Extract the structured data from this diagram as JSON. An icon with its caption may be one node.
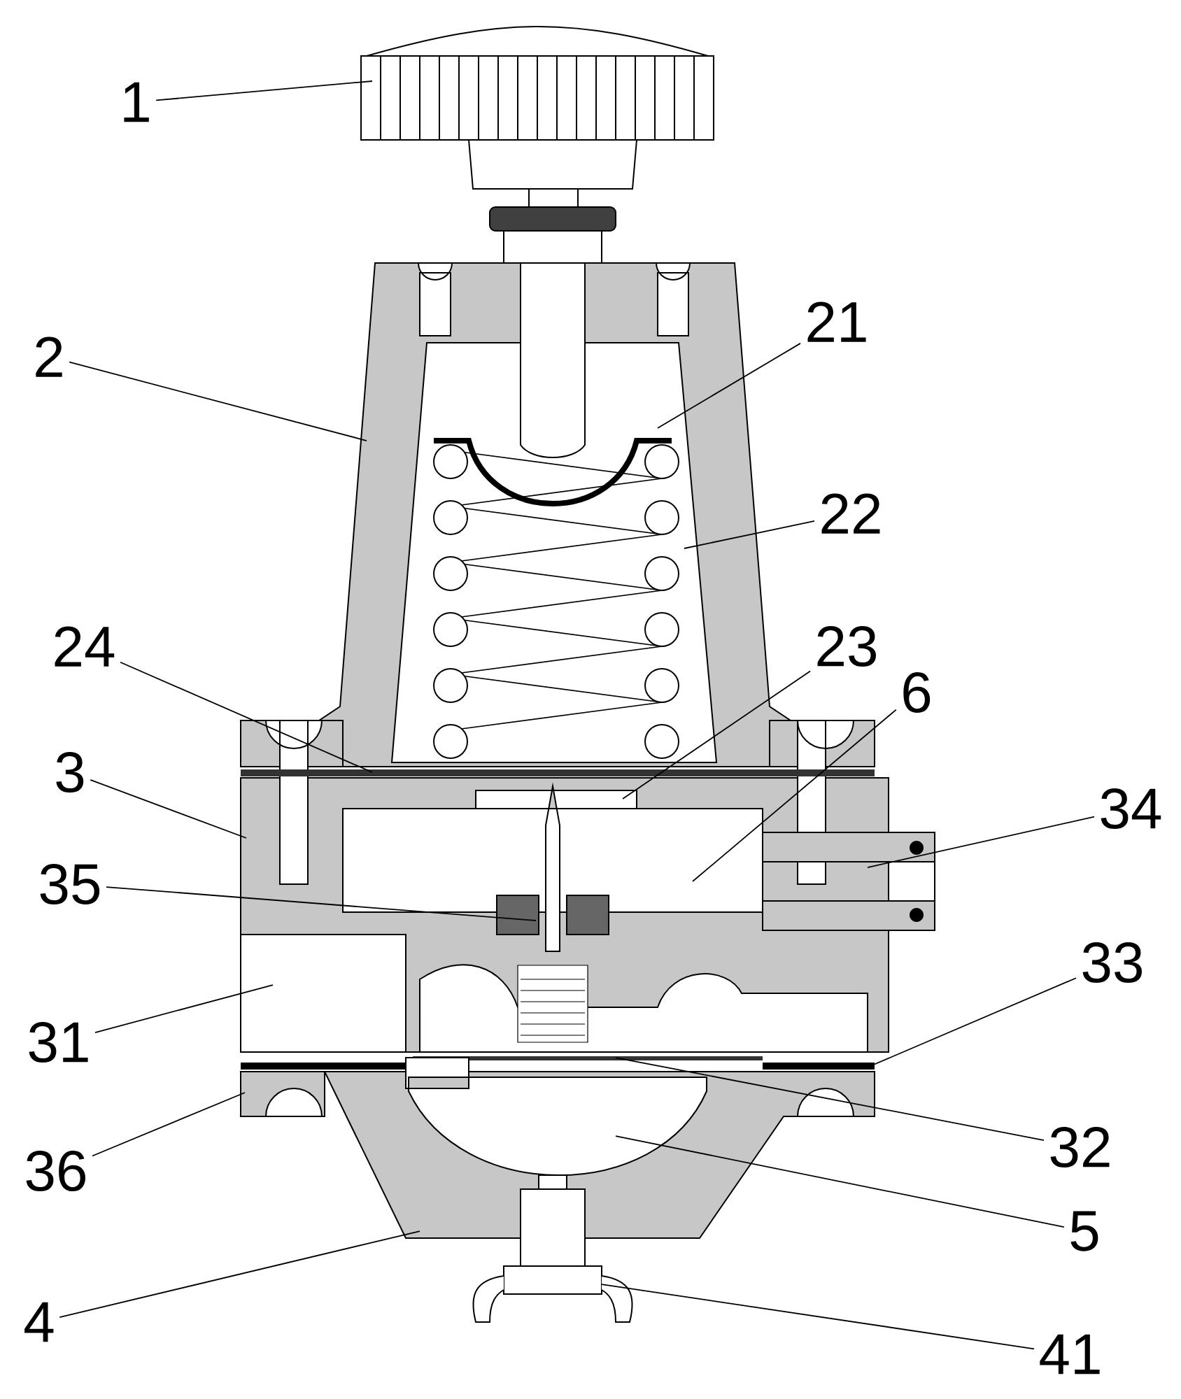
{
  "diagram": {
    "nodes": [
      {
        "text": [
          "1"
        ]
      },
      {
        "text": [
          "21"
        ]
      },
      {
        "text": [
          "2"
        ]
      },
      {
        "text": [
          "22"
        ]
      },
      {
        "text": [
          "24"
        ]
      },
      {
        "text": [
          "23"
        ]
      },
      {
        "text": [
          "6"
        ]
      },
      {
        "text": [
          "3"
        ]
      },
      {
        "text": [
          "34"
        ]
      },
      {
        "text": [
          "35"
        ]
      },
      {
        "text": [
          "33"
        ]
      },
      {
        "text": [
          "31"
        ]
      },
      {
        "text": [
          "36"
        ]
      },
      {
        "text": [
          "32"
        ]
      },
      {
        "text": [
          "5"
        ]
      },
      {
        "text": [
          "4"
        ]
      },
      {
        "text": [
          "41"
        ]
      },
      {
        "text": [],
        "shape": "picture"
      },
      {
        "text": [],
        "shape": "picture",
        "in": 19
      },
      {
        "text": [],
        "shape": "picture"
      },
      {
        "text": [],
        "shape": "picture",
        "in": 19
      },
      {
        "text": [],
        "shape": "bar"
      },
      {
        "text": [],
        "shape": "picture",
        "in": 24
      },
      {
        "text": [],
        "shape": "box",
        "in": 24
      },
      {
        "text": [],
        "shape": "picture"
      },
      {
        "text": [],
        "shape": "picture"
      },
      {
        "text": [],
        "shape": "picture",
        "in": 24
      },
      {
        "text": [],
        "shape": "picture"
      },
      {
        "text": [],
        "shape": "box",
        "in": 24
      },
      {
        "text": [],
        "shape": "picture"
      },
      {
        "text": [],
        "shape": "bar"
      },
      {
        "text": [],
        "shape": "picture"
      },
      {
        "text": [],
        "shape": "picture"
      }
    ],
    "edges": [
      {
        "from": 0,
        "to": 17,
        "arrow": "none"
      },
      {
        "from": 1,
        "to": 18,
        "arrow": "none"
      },
      {
        "from": 2,
        "to": 19,
        "arrow": "none"
      },
      {
        "from": 3,
        "to": 20,
        "arrow": "none"
      },
      {
        "from": 4,
        "to": 21,
        "arrow": "none"
      },
      {
        "from": 5,
        "to": 22,
        "arrow": "none"
      },
      {
        "from": 6,
        "to": 23,
        "arrow": "none"
      },
      {
        "from": 7,
        "to": 24,
        "arrow": "none"
      },
      {
        "from": 8,
        "to": 25,
        "arrow": "none"
      },
      {
        "from": 9,
        "to": 26,
        "arrow": "none"
      },
      {
        "from": 10,
        "to": 27,
        "arrow": "none"
      },
      {
        "from": 11,
        "to": 28,
        "arrow": "none"
      },
      {
        "from": 12,
        "to": 29,
        "arrow": "none"
      },
      {
        "from": 13,
        "to": 30,
        "arrow": "none"
      },
      {
        "from": 14,
        "to": 31,
        "arrow": "none"
      },
      {
        "from": 15,
        "to": 31,
        "arrow": "none"
      },
      {
        "from": 16,
        "to": 32,
        "arrow": "none"
      }
    ]
  }
}
